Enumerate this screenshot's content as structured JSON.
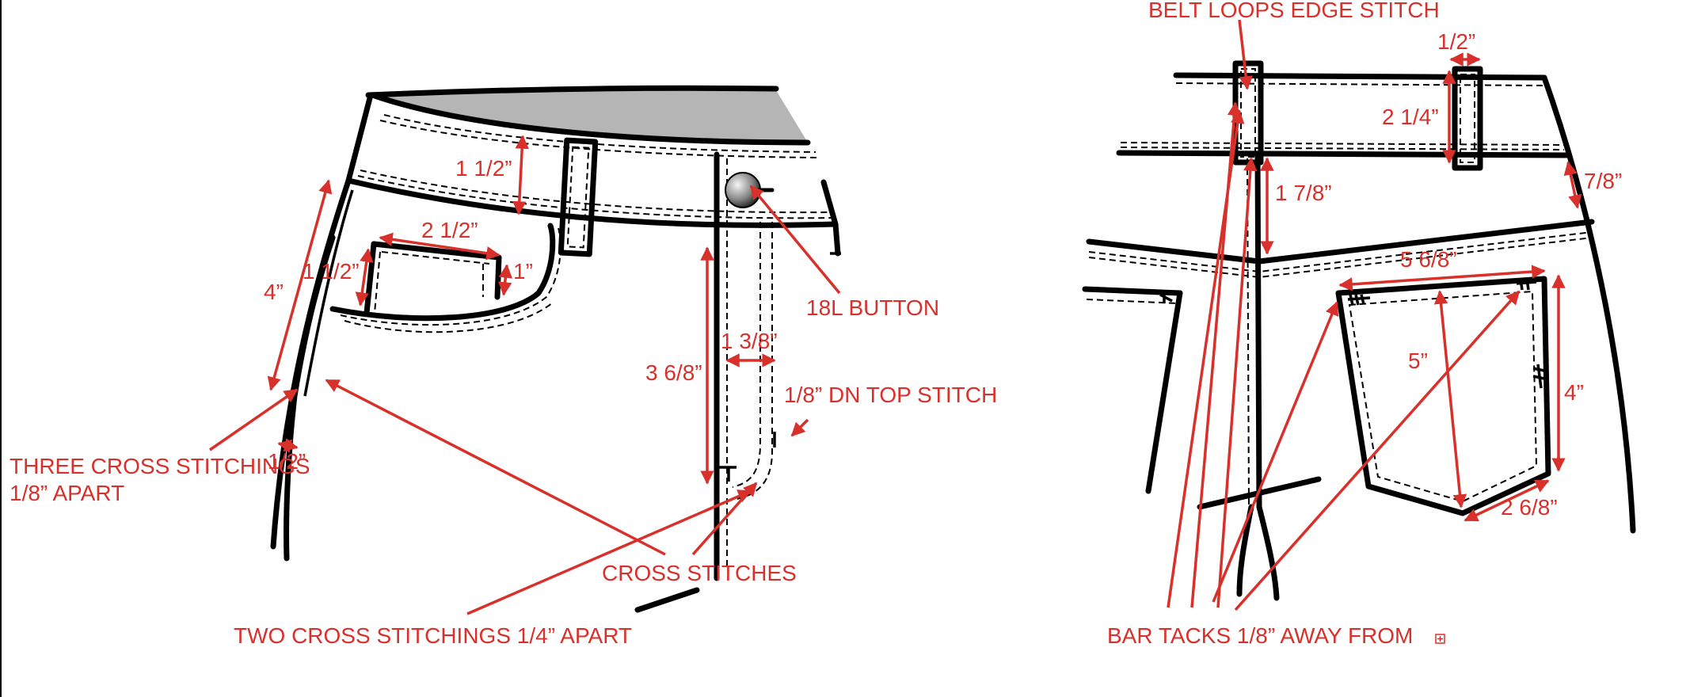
{
  "colors": {
    "annotation": "#d8312c",
    "outline": "#000000",
    "waistband_inner": "#b5b5b5"
  },
  "front_view": {
    "measurements": {
      "waistband_height": "1 1/2”",
      "pocket_width": "2 1/2”",
      "pocket_depth_left": "1 1/2”",
      "pocket_depth_right": "1”",
      "side_seam": "4”",
      "side_bottom": "1/2”",
      "fly_length": "3 6/8”",
      "fly_width": "1 3/8”"
    },
    "callouts": {
      "button": "18L BUTTON",
      "top_stitch": "1/8” DN TOP STITCH",
      "three_cross_line1": "THREE CROSS STITCHINGS",
      "three_cross_line2": "1/8” APART",
      "cross_stitches": "CROSS STITCHES",
      "two_cross": "TWO CROSS STITCHINGS 1/4” APART"
    }
  },
  "back_view": {
    "measurements": {
      "loop_width": "1/2”",
      "loop_length": "2 1/4”",
      "yoke_center": "1 7/8”",
      "yoke_side": "7/8”",
      "pocket_top": "5 6/8”",
      "pocket_center": "5”",
      "pocket_side": "4”",
      "pocket_bottom": "2 6/8”"
    },
    "callouts": {
      "belt_loops": "BELT LOOPS EDGE STITCH",
      "bar_tacks": "BAR TACKS 1/8” AWAY FROM"
    }
  }
}
